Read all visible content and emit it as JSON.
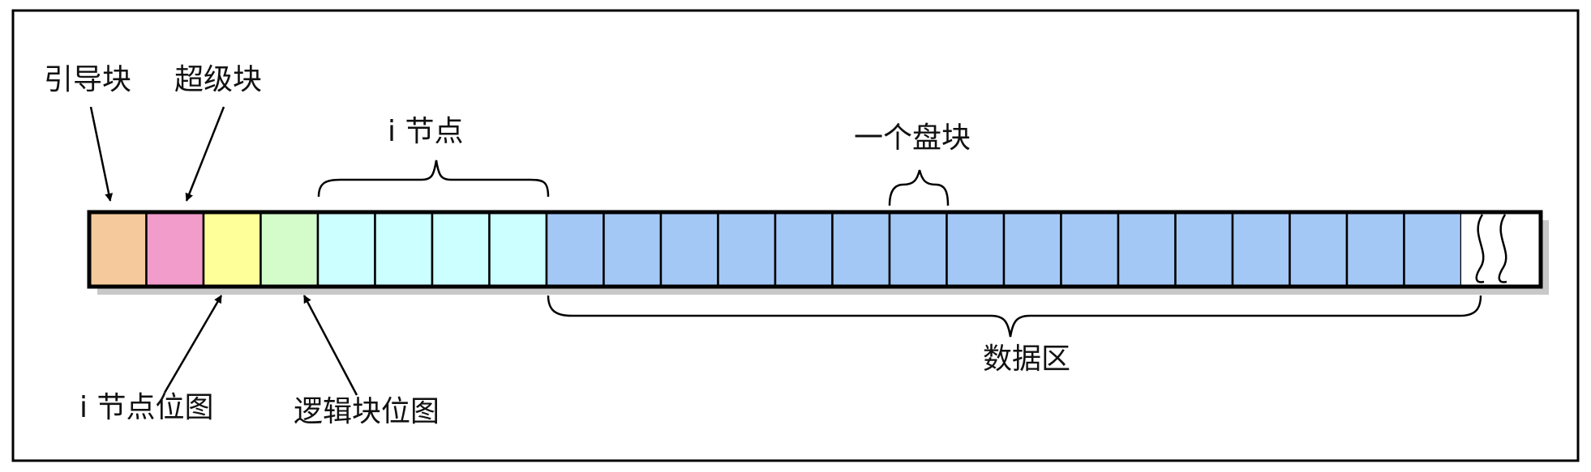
{
  "labels": {
    "boot_block": "引导块",
    "super_block": "超级块",
    "inode_section": "i 节点",
    "one_disk_block": "一个盘块",
    "inode_bitmap": "i 节点位图",
    "logical_block_bitmap": "逻辑块位图",
    "data_area": "数据区"
  },
  "colors": {
    "boot_block": "#f5c99b",
    "super_block": "#f19ccb",
    "inode_bitmap": "#ffff99",
    "logical_block_bitmap": "#d4fccb",
    "inode": "#ccffff",
    "data": "#a4c8f6",
    "shadow": "#c8c8c8"
  },
  "blocks": {
    "inode_count": 4,
    "data_count": 16
  }
}
